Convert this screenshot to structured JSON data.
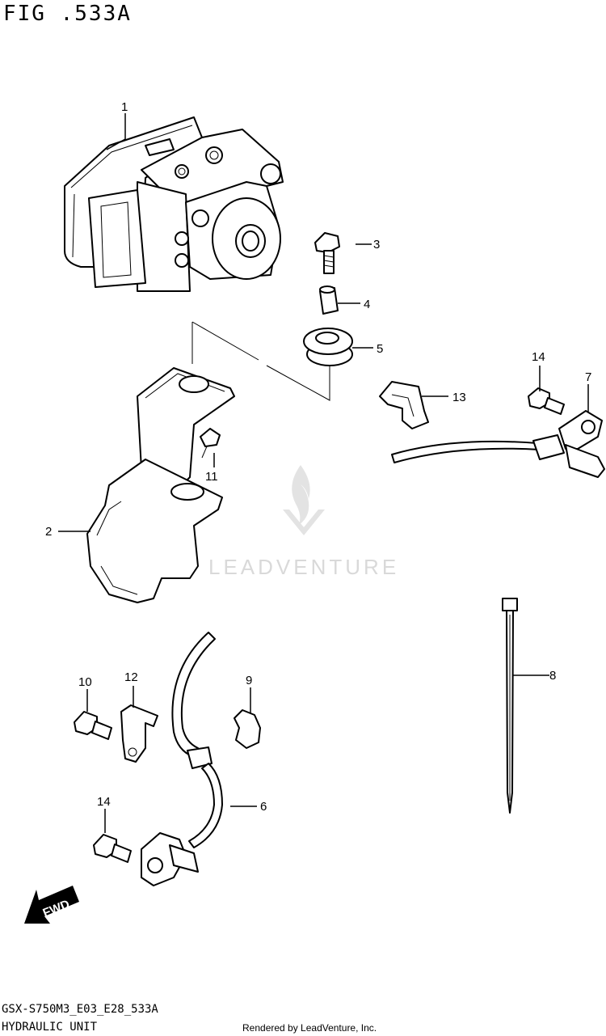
{
  "figure": {
    "title": "FIG .533A",
    "model_code": "GSX-S750M3_E03_E28_533A",
    "section_name": "HYDRAULIC UNIT",
    "rendered_by": "Rendered by LeadVenture, Inc."
  },
  "watermark": {
    "text": "LEADVENTURE",
    "color": "#d9d9d9"
  },
  "direction_arrow": {
    "label": "FWD"
  },
  "callouts": [
    {
      "id": "1",
      "label": "1"
    },
    {
      "id": "2",
      "label": "2"
    },
    {
      "id": "3",
      "label": "3"
    },
    {
      "id": "4",
      "label": "4"
    },
    {
      "id": "5",
      "label": "5"
    },
    {
      "id": "6",
      "label": "6"
    },
    {
      "id": "7",
      "label": "7"
    },
    {
      "id": "8",
      "label": "8"
    },
    {
      "id": "9",
      "label": "9"
    },
    {
      "id": "10",
      "label": "10"
    },
    {
      "id": "11",
      "label": "11"
    },
    {
      "id": "12",
      "label": "12"
    },
    {
      "id": "13",
      "label": "13"
    },
    {
      "id": "14a",
      "label": "14"
    },
    {
      "id": "14b",
      "label": "14"
    }
  ]
}
